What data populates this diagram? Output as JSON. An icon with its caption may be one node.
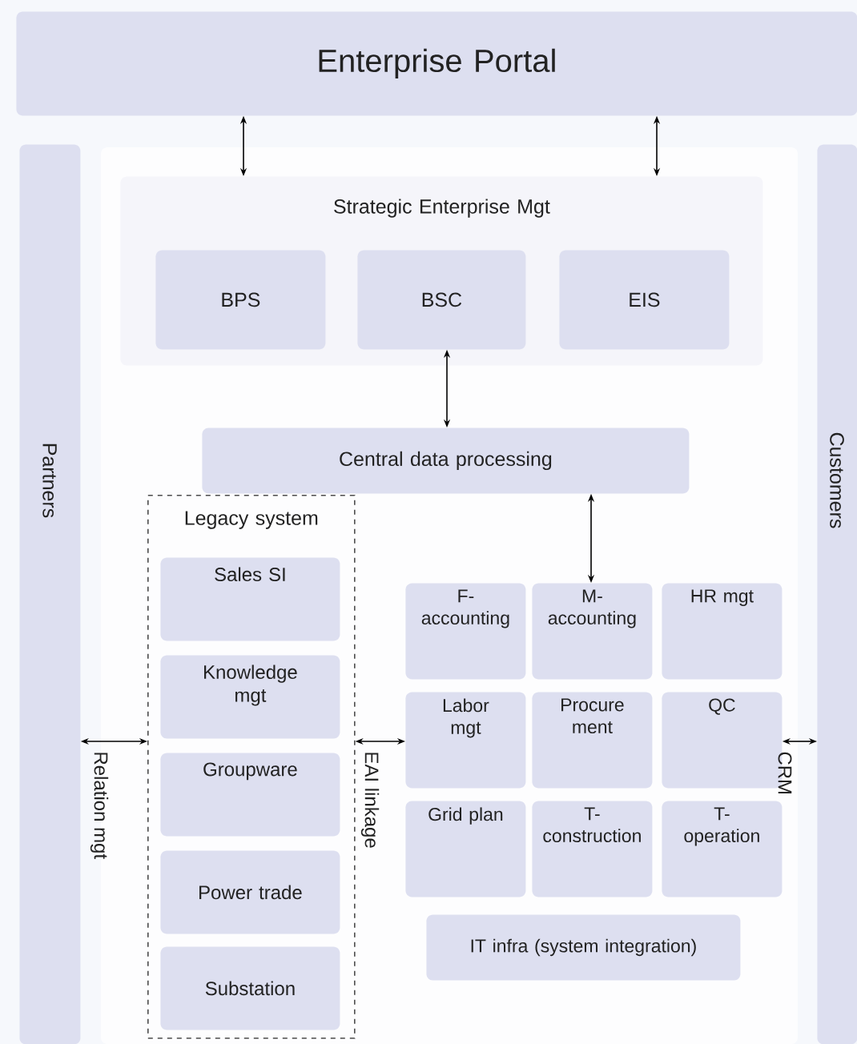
{
  "diagram": {
    "nodes": [
      {
        "text": [
          "Enterprise Portal"
        ]
      },
      {
        "text": [
          "Partners"
        ]
      },
      {
        "text": [
          "Customers"
        ]
      },
      {
        "text": [
          "Strategic Enterprise Mgt"
        ]
      },
      {
        "text": [
          "BPS"
        ],
        "in": 3
      },
      {
        "text": [
          "BSC"
        ],
        "in": 3
      },
      {
        "text": [
          "EIS"
        ],
        "in": 3
      },
      {
        "text": [
          "Central data processing"
        ]
      },
      {
        "text": [
          "Legacy system"
        ]
      },
      {
        "text": [
          "Sales SI"
        ],
        "in": 8
      },
      {
        "text": [
          "Knowledge mgt"
        ],
        "in": 8
      },
      {
        "text": [
          "Groupware"
        ],
        "in": 8
      },
      {
        "text": [
          "Power trade"
        ],
        "in": 8
      },
      {
        "text": [
          "Substation"
        ],
        "in": 8
      },
      {
        "text": [
          "F- accounting"
        ]
      },
      {
        "text": [
          "M- accounting"
        ]
      },
      {
        "text": [
          "HR mgt"
        ]
      },
      {
        "text": [
          "Labor mgt"
        ]
      },
      {
        "text": [
          "Procure ment"
        ]
      },
      {
        "text": [
          "QC"
        ]
      },
      {
        "text": [
          "Grid plan"
        ]
      },
      {
        "text": [
          "T- construction"
        ]
      },
      {
        "text": [
          "T- operation"
        ]
      },
      {
        "text": [
          "IT infra (system integration)"
        ]
      }
    ],
    "edges": [
      {
        "from": 0,
        "to": 3,
        "arrow": "both"
      },
      {
        "from": 0,
        "to": 3,
        "arrow": "both"
      },
      {
        "from": 5,
        "to": 7,
        "arrow": "both"
      },
      {
        "from": 7,
        "to": 15,
        "arrow": "both"
      },
      {
        "from": 1,
        "to": 8,
        "arrow": "both",
        "label": "Relation mgt"
      },
      {
        "from": 8,
        "to": 17,
        "arrow": "both",
        "label": "EAI linkage"
      },
      {
        "from": 19,
        "to": 2,
        "arrow": "both",
        "label": "CRM"
      }
    ]
  }
}
